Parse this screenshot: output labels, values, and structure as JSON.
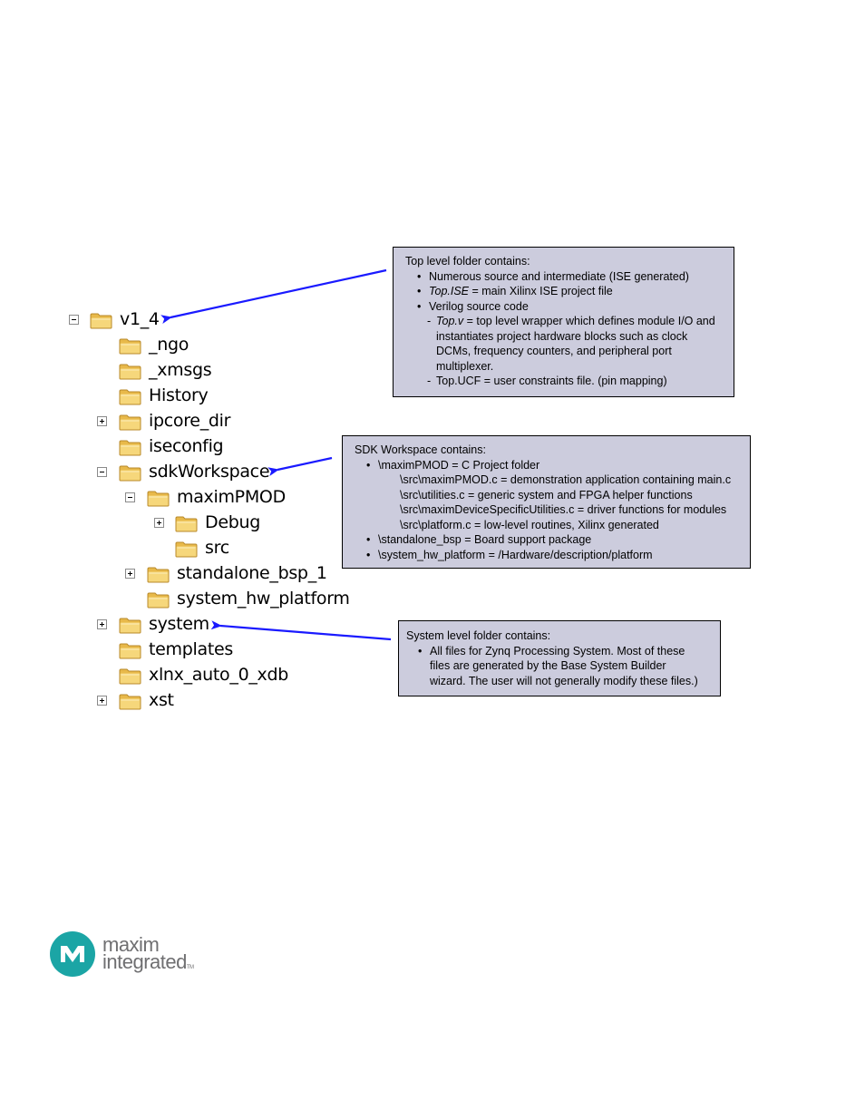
{
  "tree": [
    {
      "id": "v1_4",
      "label": "v1_4",
      "toggle": "minus"
    },
    {
      "id": "ngo",
      "label": "_ngo",
      "toggle": ""
    },
    {
      "id": "xmsgs",
      "label": "_xmsgs",
      "toggle": ""
    },
    {
      "id": "history",
      "label": "History",
      "toggle": ""
    },
    {
      "id": "ipcore-dir",
      "label": "ipcore_dir",
      "toggle": "plus"
    },
    {
      "id": "iseconfig",
      "label": "iseconfig",
      "toggle": ""
    },
    {
      "id": "sdkworkspace",
      "label": "sdkWorkspace",
      "toggle": "minus"
    },
    {
      "id": "maximpmod",
      "label": "maximPMOD",
      "toggle": "minus"
    },
    {
      "id": "debug",
      "label": "Debug",
      "toggle": "plus"
    },
    {
      "id": "src",
      "label": "src",
      "toggle": ""
    },
    {
      "id": "standalone-bsp-1",
      "label": "standalone_bsp_1",
      "toggle": "plus"
    },
    {
      "id": "system-hw-platform",
      "label": "system_hw_platform",
      "toggle": ""
    },
    {
      "id": "system",
      "label": "system",
      "toggle": "plus"
    },
    {
      "id": "templates",
      "label": "templates",
      "toggle": ""
    },
    {
      "id": "xlnx-auto-0-xdb",
      "label": "xlnx_auto_0_xdb",
      "toggle": ""
    },
    {
      "id": "xst",
      "label": "xst",
      "toggle": "plus"
    }
  ],
  "callouts": {
    "top": {
      "title": "Top level folder contains:",
      "b1": "Numerous source and intermediate (ISE generated)",
      "b2_em": "Top.ISE",
      "b2_rest": " = main Xilinx ISE project file",
      "b3": "Verilog source code",
      "d1_em": "Top.v",
      "d1_rest": " = top level wrapper which defines module I/O and instantiates project hardware blocks such as clock DCMs, frequency counters, and peripheral port multiplexer.",
      "d2": "Top.UCF = user constraints file.  (pin mapping)"
    },
    "sdk": {
      "title": "SDK Workspace contains:",
      "b1": "\\maximPMOD = C Project folder",
      "s1": "\\src\\maximPMOD.c = demonstration application containing main.c",
      "s2": "\\src\\utilities.c = generic system and FPGA helper functions",
      "s3": "\\src\\maximDeviceSpecificUtilities.c = driver functions for modules",
      "s4": "\\src\\platform.c = low-level routines, Xilinx generated",
      "b2": "\\standalone_bsp = Board support package",
      "b3": "\\system_hw_platform = /Hardware/description/platform"
    },
    "system": {
      "title": "System level folder contains:",
      "b1": "All files for Zynq Processing System.  Most of these files are generated by the Base System Builder wizard.  The user will not generally modify these files.)"
    }
  },
  "logo": {
    "line1": "maxim",
    "line2": "integrated",
    "tm": "TM",
    "brand_color": "#1ba5a5"
  },
  "colors": {
    "arrow": "#1a1aff",
    "callout_fill": "#ccccdd",
    "folder_fill": "#f2cf6b",
    "folder_stroke": "#b8892a"
  }
}
